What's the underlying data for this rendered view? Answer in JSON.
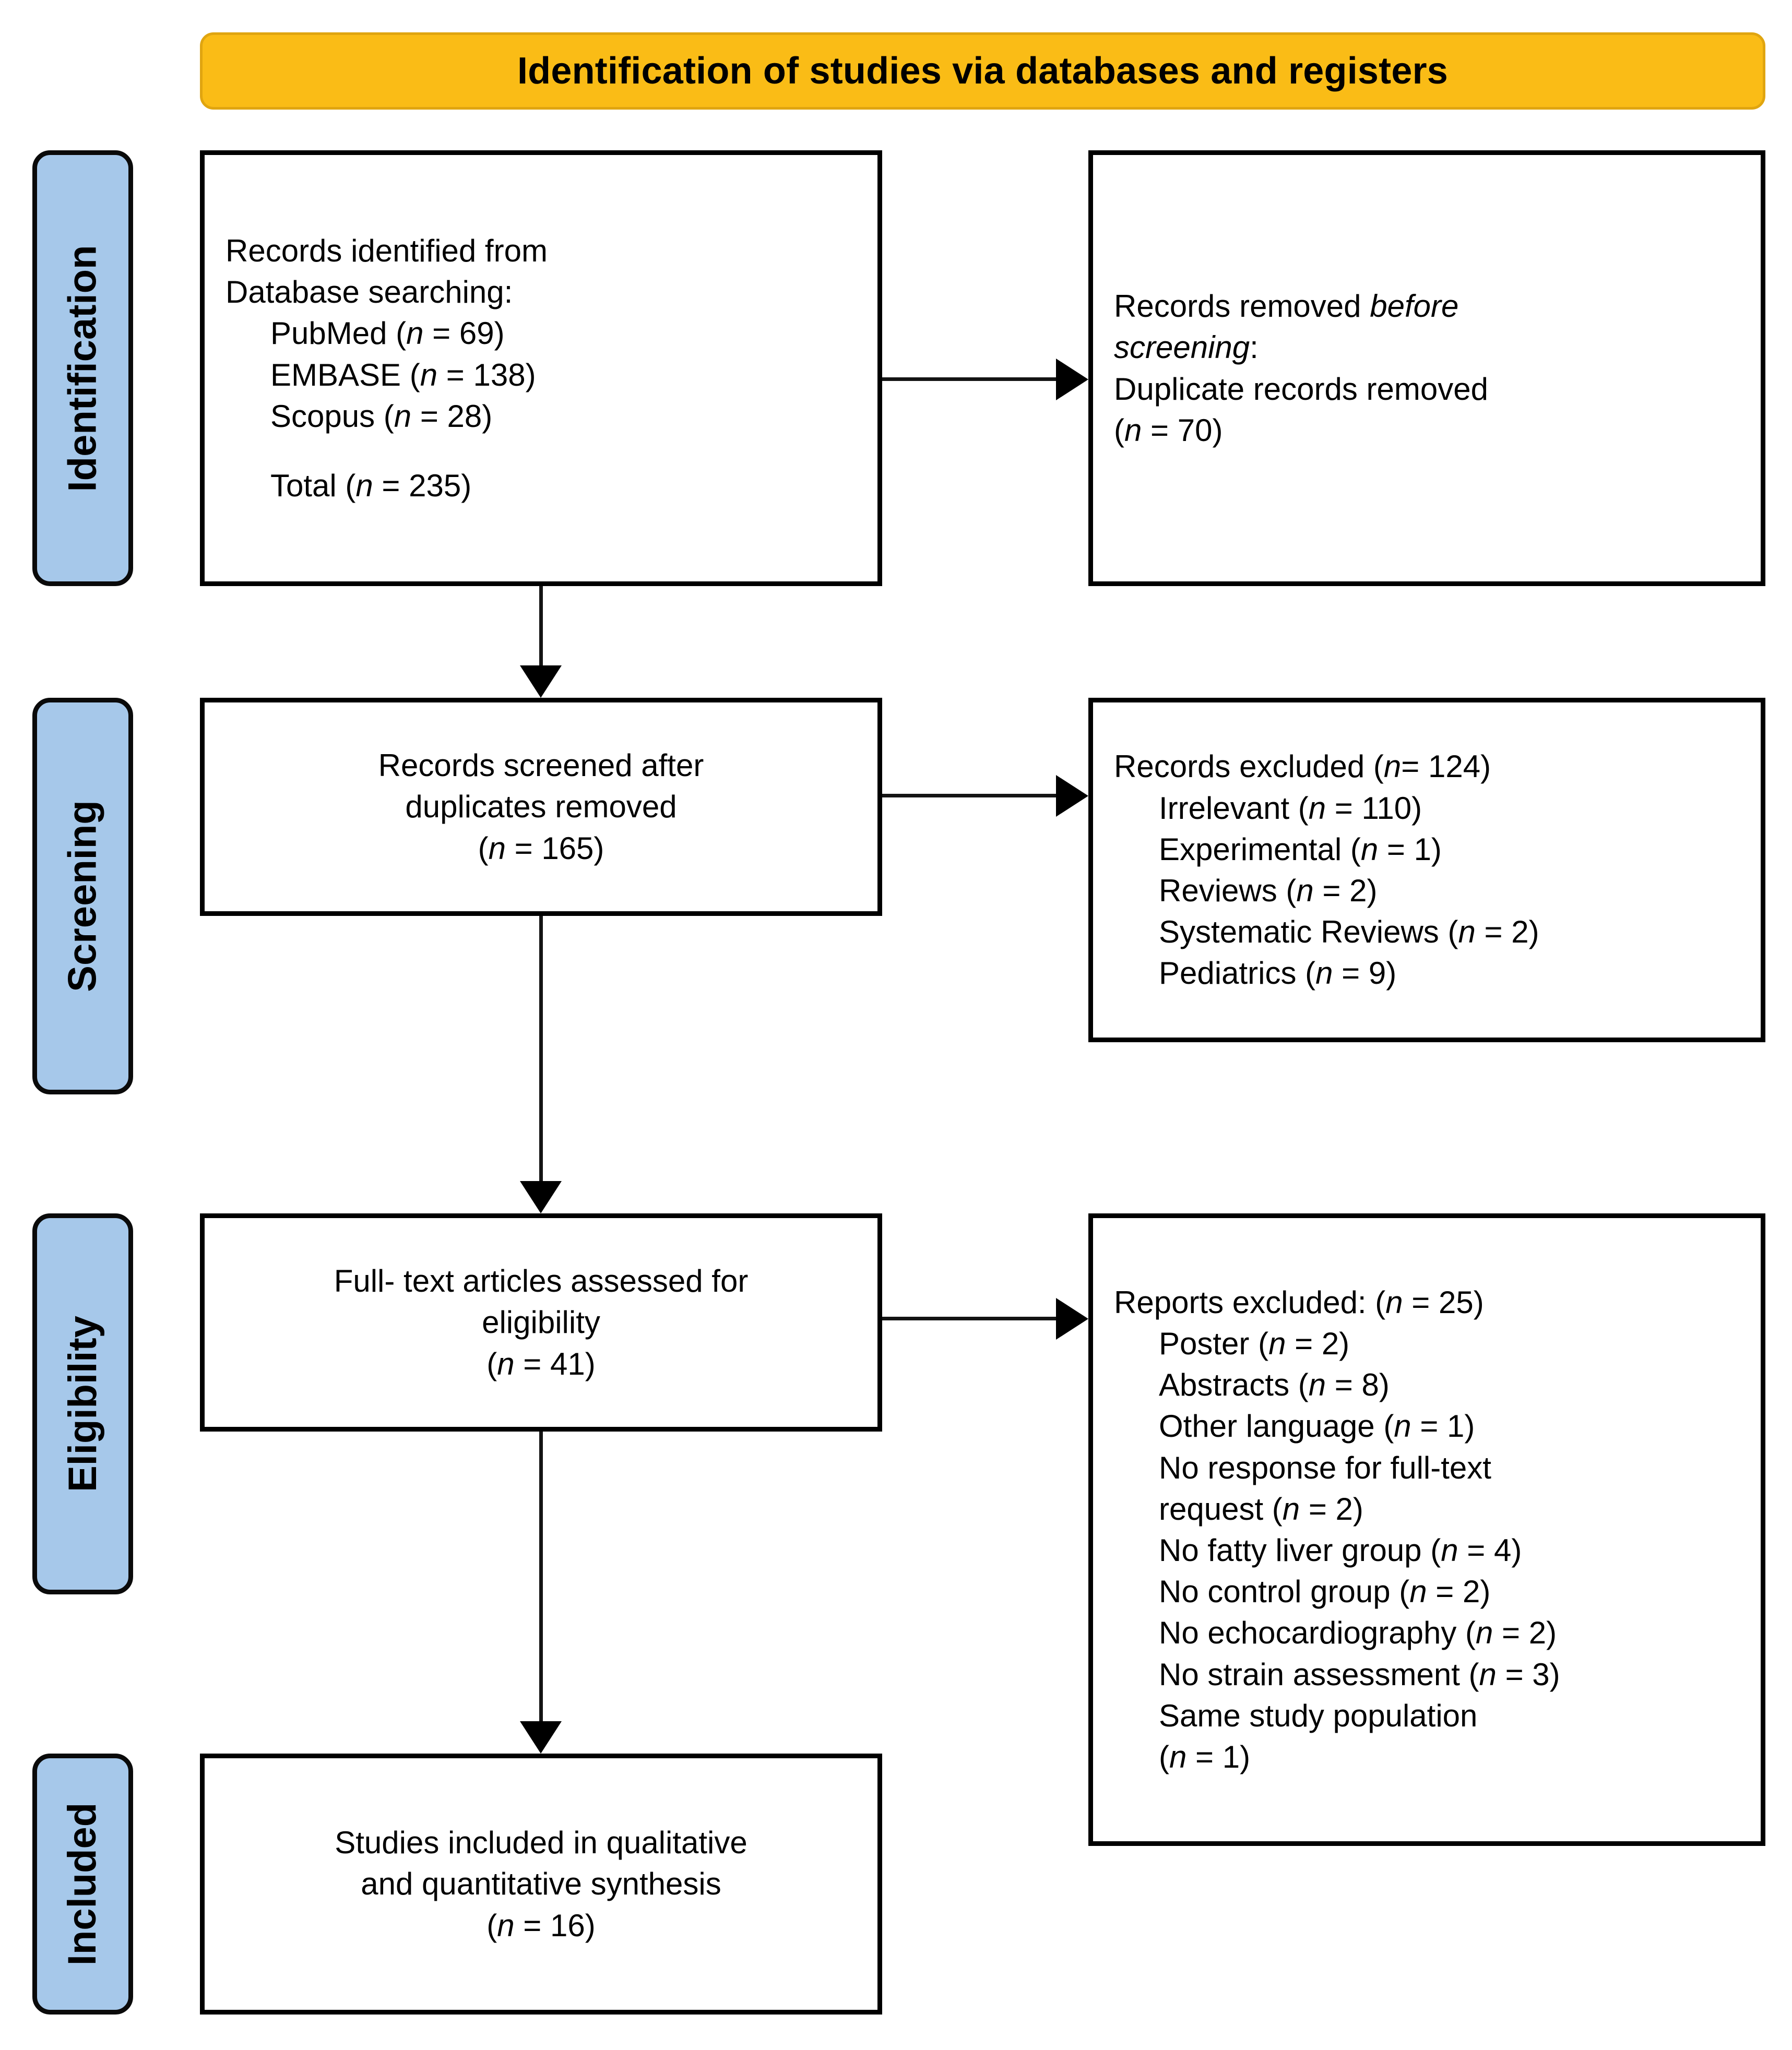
{
  "header": {
    "title": "Identification of studies via databases and registers"
  },
  "stages": [
    {
      "key": "identification",
      "label": "Identification"
    },
    {
      "key": "screening",
      "label": "Screening"
    },
    {
      "key": "eligibility",
      "label": "Eligibility"
    },
    {
      "key": "included",
      "label": "Included"
    }
  ],
  "boxes": {
    "identified": {
      "l1": "Records identified from",
      "l2": "Database searching:",
      "l3_pre": "PubMed (",
      "l3_n": "n",
      "l3_post": " = 69)",
      "l4_pre": "EMBASE (",
      "l4_n": "n",
      "l4_post": " = 138)",
      "l5_pre": "Scopus (",
      "l5_n": "n",
      "l5_post": " = 28)",
      "l7_pre": "Total (",
      "l7_n": "n",
      "l7_post": " = 235)"
    },
    "removed_before": {
      "l1_pre": "Records removed ",
      "l1_ital": "before",
      "l2_ital": "screening",
      "l2_post": ":",
      "l3": "Duplicate records removed",
      "l4_pre": "(",
      "l4_n": "n",
      "l4_post": " = 70)"
    },
    "screened": {
      "l1": "Records screened after",
      "l2": "duplicates removed",
      "l3_pre": "(",
      "l3_n": "n",
      "l3_post": " = 165)"
    },
    "records_excluded": {
      "l1_pre": "Records excluded (",
      "l1_n": "n",
      "l1_post": "= 124)",
      "l2_pre": "Irrelevant (",
      "l2_n": "n",
      "l2_post": " = 110)",
      "l3_pre": "Experimental (",
      "l3_n": "n",
      "l3_post": " = 1)",
      "l4_pre": "Reviews (",
      "l4_n": "n",
      "l4_post": " = 2)",
      "l5_pre": "Systematic Reviews (",
      "l5_n": "n",
      "l5_post": " = 2)",
      "l6_pre": "Pediatrics (",
      "l6_n": "n",
      "l6_post": " = 9)"
    },
    "fulltext": {
      "l1": "Full- text articles assessed for",
      "l2": "eligibility",
      "l3_pre": "(",
      "l3_n": "n",
      "l3_post": " = 41)"
    },
    "reports_excluded": {
      "l1_pre": "Reports excluded: (",
      "l1_n": "n",
      "l1_post": " = 25)",
      "l2_pre": "Poster (",
      "l2_n": "n",
      "l2_post": " = 2)",
      "l3_pre": "Abstracts (",
      "l3_n": "n",
      "l3_post": " = 8)",
      "l4_pre": "Other language (",
      "l4_n": "n",
      "l4_post": " = 1)",
      "l5": "No response for full-text",
      "l6_pre": "request (",
      "l6_n": "n",
      "l6_post": " = 2)",
      "l7_pre": "No fatty liver group (",
      "l7_n": "n",
      "l7_post": " = 4)",
      "l8_pre": "No control group (",
      "l8_n": "n",
      "l8_post": " = 2)",
      "l9_pre": "No echocardiography (",
      "l9_n": "n",
      "l9_post": " = 2)",
      "l10_pre": "No strain assessment (",
      "l10_n": "n",
      "l10_post": " = 3)",
      "l11": "Same study population",
      "l12_pre": "(",
      "l12_n": "n",
      "l12_post": " = 1)"
    },
    "included": {
      "l1": "Studies included in qualitative",
      "l2": "and quantitative synthesis",
      "l3_pre": "(",
      "l3_n": "n",
      "l3_post": " = 16)"
    }
  },
  "colors": {
    "banner_fill": "#FABC16",
    "banner_border": "#E0A510",
    "stage_tab_fill": "#A6C8EA",
    "stage_tab_border": "#0A0A0A",
    "box_border": "#000000",
    "connector": "#141414",
    "text": "#000000",
    "background": "#FFFFFF"
  },
  "chart_data": {
    "type": "diagram",
    "diagram_kind": "PRISMA-flow",
    "title": "Identification of studies via databases and registers",
    "stages": [
      "Identification",
      "Screening",
      "Eligibility",
      "Included"
    ],
    "nodes": [
      {
        "id": "identified",
        "stage": "Identification",
        "column": "left",
        "label": "Records identified from Database searching",
        "breakdown": [
          {
            "source": "PubMed",
            "n": 69
          },
          {
            "source": "EMBASE",
            "n": 138
          },
          {
            "source": "Scopus",
            "n": 28
          }
        ],
        "total": 235
      },
      {
        "id": "removed_before",
        "stage": "Identification",
        "column": "right",
        "label": "Records removed before screening: Duplicate records removed",
        "n": 70
      },
      {
        "id": "screened",
        "stage": "Screening",
        "column": "left",
        "label": "Records screened after duplicates removed",
        "n": 165
      },
      {
        "id": "records_excluded",
        "stage": "Screening",
        "column": "right",
        "label": "Records excluded",
        "n": 124,
        "breakdown": [
          {
            "reason": "Irrelevant",
            "n": 110
          },
          {
            "reason": "Experimental",
            "n": 1
          },
          {
            "reason": "Reviews",
            "n": 2
          },
          {
            "reason": "Systematic Reviews",
            "n": 2
          },
          {
            "reason": "Pediatrics",
            "n": 9
          }
        ]
      },
      {
        "id": "fulltext",
        "stage": "Eligibility",
        "column": "left",
        "label": "Full- text articles assessed for eligibility",
        "n": 41
      },
      {
        "id": "reports_excluded",
        "stage": "Eligibility",
        "column": "right",
        "label": "Reports excluded",
        "n": 25,
        "breakdown": [
          {
            "reason": "Poster",
            "n": 2
          },
          {
            "reason": "Abstracts",
            "n": 8
          },
          {
            "reason": "Other language",
            "n": 1
          },
          {
            "reason": "No response for full-text request",
            "n": 2
          },
          {
            "reason": "No fatty liver group",
            "n": 4
          },
          {
            "reason": "No control group",
            "n": 2
          },
          {
            "reason": "No echocardiography",
            "n": 2
          },
          {
            "reason": "No strain assessment",
            "n": 3
          },
          {
            "reason": "Same study population",
            "n": 1
          }
        ]
      },
      {
        "id": "included",
        "stage": "Included",
        "column": "left",
        "label": "Studies included in qualitative and quantitative synthesis",
        "n": 16
      }
    ],
    "edges": [
      {
        "from": "identified",
        "to": "removed_before",
        "direction": "right"
      },
      {
        "from": "identified",
        "to": "screened",
        "direction": "down"
      },
      {
        "from": "screened",
        "to": "records_excluded",
        "direction": "right"
      },
      {
        "from": "screened",
        "to": "fulltext",
        "direction": "down"
      },
      {
        "from": "fulltext",
        "to": "reports_excluded",
        "direction": "right"
      },
      {
        "from": "fulltext",
        "to": "included",
        "direction": "down"
      }
    ]
  }
}
